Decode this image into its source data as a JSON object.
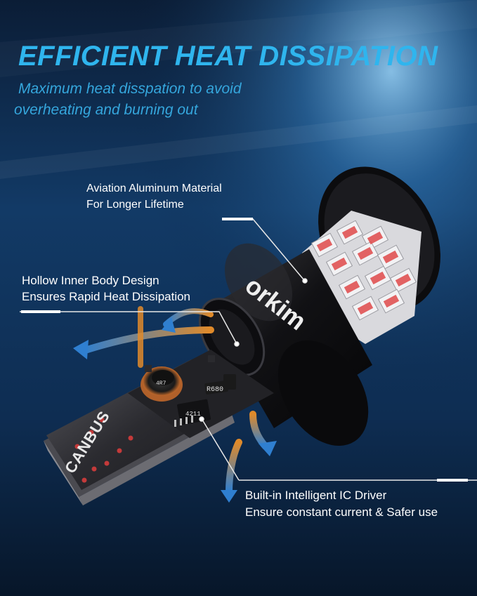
{
  "headline": "EFFICIENT HEAT DISSIPATION",
  "subheadline": {
    "line1": "Maximum heat disspation to avoid",
    "line2": "overheating and burning out"
  },
  "callouts": {
    "aluminum": {
      "line1": "Aviation Aluminum Material",
      "line2": "For Longer Lifetime"
    },
    "hollow": {
      "line1": "Hollow Inner Body Design",
      "line2": "Ensures Rapid Heat Dissipation"
    },
    "driver": {
      "line1": "Built-in Intelligent IC Driver",
      "line2": "Ensure constant current & Safer use"
    }
  },
  "product": {
    "brand_mark": "orkim",
    "pcb_label": "CANBUS",
    "chip_labels": [
      "R680",
      "4211",
      "4R7"
    ]
  },
  "colors": {
    "headline": "#2fb5ee",
    "subheadline": "#35a6dc",
    "background_dark": "#0a1f3a",
    "background_light": "#1e4f86",
    "led_red": "#e04a4a",
    "airflow_blue": "#3a8fd8",
    "airflow_orange": "#e08a2a"
  }
}
